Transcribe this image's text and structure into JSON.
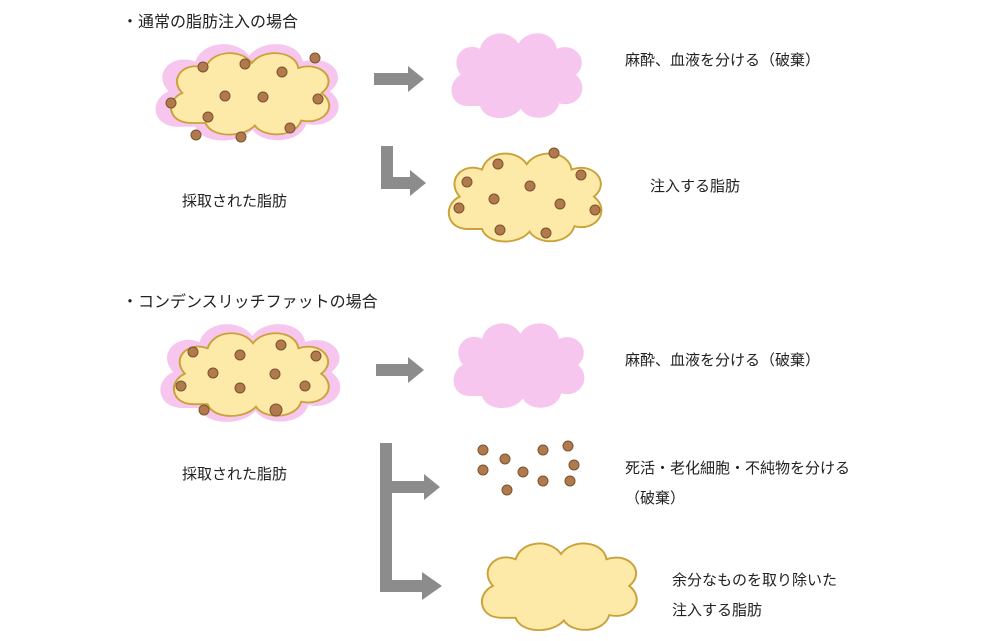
{
  "sections": [
    {
      "title": "・通常の脂肪注入の場合",
      "harvested_label": "採取された脂肪",
      "outputs": [
        {
          "label": "麻酔、血液を分ける（破棄）"
        },
        {
          "label": "注入する脂肪"
        }
      ]
    },
    {
      "title": "・コンデンスリッチファットの場合",
      "harvested_label": "採取された脂肪",
      "outputs": [
        {
          "label": "麻酔、血液を分ける（破棄）"
        },
        {
          "label_line1": "死活・老化細胞・不純物を分ける",
          "label_line2": "（破棄）"
        },
        {
          "label_line1": "余分なものを取り除いた",
          "label_line2": "注入する脂肪"
        }
      ]
    }
  ],
  "colors": {
    "pink_fill": "#f7c6ef",
    "fat_fill": "#fde9a8",
    "fat_stroke": "#caa23a",
    "dot_fill": "#b07a4c",
    "dot_stroke": "#7b5230",
    "arrow": "#8c8c8c"
  }
}
